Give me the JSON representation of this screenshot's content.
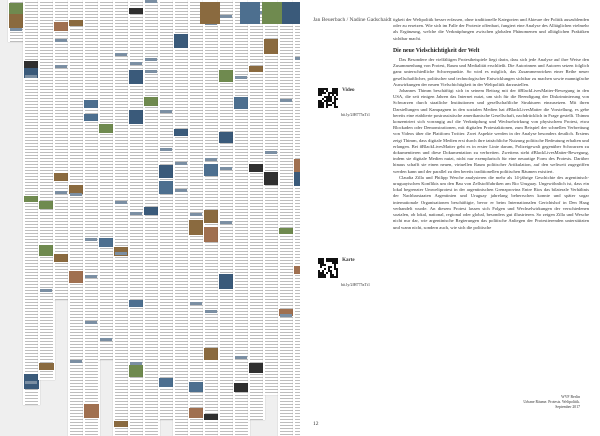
{
  "header": "Jan Beuerbach / Nadine Gadschaidt",
  "page_number": "12",
  "footer": [
    "WVF Berlin",
    "Urbane Räume. Protests. Weltpolitik.",
    "September 2017"
  ],
  "media": [
    {
      "label": "Video",
      "url": "bit.ly/2fH775zTt1"
    },
    {
      "label": "Karte",
      "url": "bit.ly/2fH775zTt1"
    }
  ],
  "section_heading": "Die neue Vielschichtigkeit der Welt",
  "intro_paragraph": "tigkeit der Weltpolitik besser erfassen, ohne traditionelle Kategorien und Akteure der Politik auszublenden oder zu ersetzen. Wie sich im Falle der Proteste offenbart, fungiert eine Analyse des Alltäglichen vielmehr als Ergänzung, welche die Verknüpfungen zwischen globalen Phänomenen und alltäglichen Praktiken sichtbar macht.",
  "paragraphs": [
    "Das Besondere der vielfältigen Protestbeispiele liegt darin, dass sich jede Analyse auf ihre Weise den Zusammenhang von Protest, Raum und Medialität erschließt. Die Autorinnen und Autoren setzen folglich ganz unterschiedliche Schwerpunkte. So wird es möglich, das Zusammenwirken einer Reihe neuer gesellschaftlicher, politischer und technologischer Entwicklungen sichtbar zu machen sowie mannigfache Auswirkungen der neuen Vielschichtigkeit in der Weltpolitik darzustellen.",
    "Johannes Thimm beschäftigt sich in seinem Beitrag mit der #BlackLivesMatter-Bewegung in den USA, die seit einigen Jahren das Internet nutzt, um sich für die Beendigung der Diskriminierung von Schwarzen durch staatliche Institutionen und gesellschaftliche Strukturen einzusetzen. Mit ihren Darstellungen und Kampagnen in den sozialen Medien hat #BlackLivesMatter die Vorstellung, es gebe bereits eine etablierte postrassistische amerikanische Gesellschaft, nachdrücklich in Frage gestellt. Thimm konzentriert sich vorrangig auf die Verknüpfung und Wechselwirkung von physischem Protest, etwa Blockaden oder Demonstrationen, mit digitalen Protestaktionen, zum Beispiel der schnellen Verbreitung von Videos über die Plattform Twitter. Zwei Aspekte werden in der Analyse besonders deutlich. Erstens zeigt Thimm, dass digitale Medien erst durch ihre tatsächliche Nutzung politische Bedeutung erhalten und erlangen. Bei #BlackLivesMatter geht es in erster Linie darum, Polizeigewalt gegenüber Schwarzen zu dokumentieren und diese Dokumentation zu verbreiten. Zweitens steht #BlackLivesMatter-Bewegung, indem sie digitale Medien nutzt, nicht nur exemplarisch für eine neuartige Form des Protests. Darüber hinaus schafft sie einen neuen, virtuellen Raum politischer Artikulation, auf den weltweit zugegriffen werden kann und der parallel zu den bereits traditionellen politischen Räumen existiert.",
    "Claudia Zilla und Philipp Wesche analysieren die mehr als 14-jährige Geschichte des argentinisch-uruguayischen Konflikts um den Bau von Zellstofffabriken am Rio Uruguay. Ungewöhnlich ist, dass ein lokal begrenzter Umweltprotest in der argentinischen Grenzprovinz Entre Rios das bilaterale Verhältnis der Nachbarstaaten Argentinien und Uruguay jahrelang beherrschen konnte und später sogar internationale Organisationen beschäftigte, bevor er beim Internationalen Gerichtshof in Den Haag verhandelt wurde. An diesem Protest lassen sich Folgen und Wechselwirkungen der verschiedenen sozialen, ob lokal, national, regional oder global, besonders gut illustrieren. So zeigen Zilla und Wesche nicht nur dar, wie argentinische Regierungen das politische Anliegen der Protestierenden unterstützten und wann nicht, sondern auch, wie sich die politische"
  ],
  "overview": {
    "columns": 20,
    "accent_colors": [
      "#3a5a7a",
      "#6f8a4f",
      "#8a6a3f",
      "#2f2f2f",
      "#4d6f8f",
      "#a07050"
    ]
  }
}
